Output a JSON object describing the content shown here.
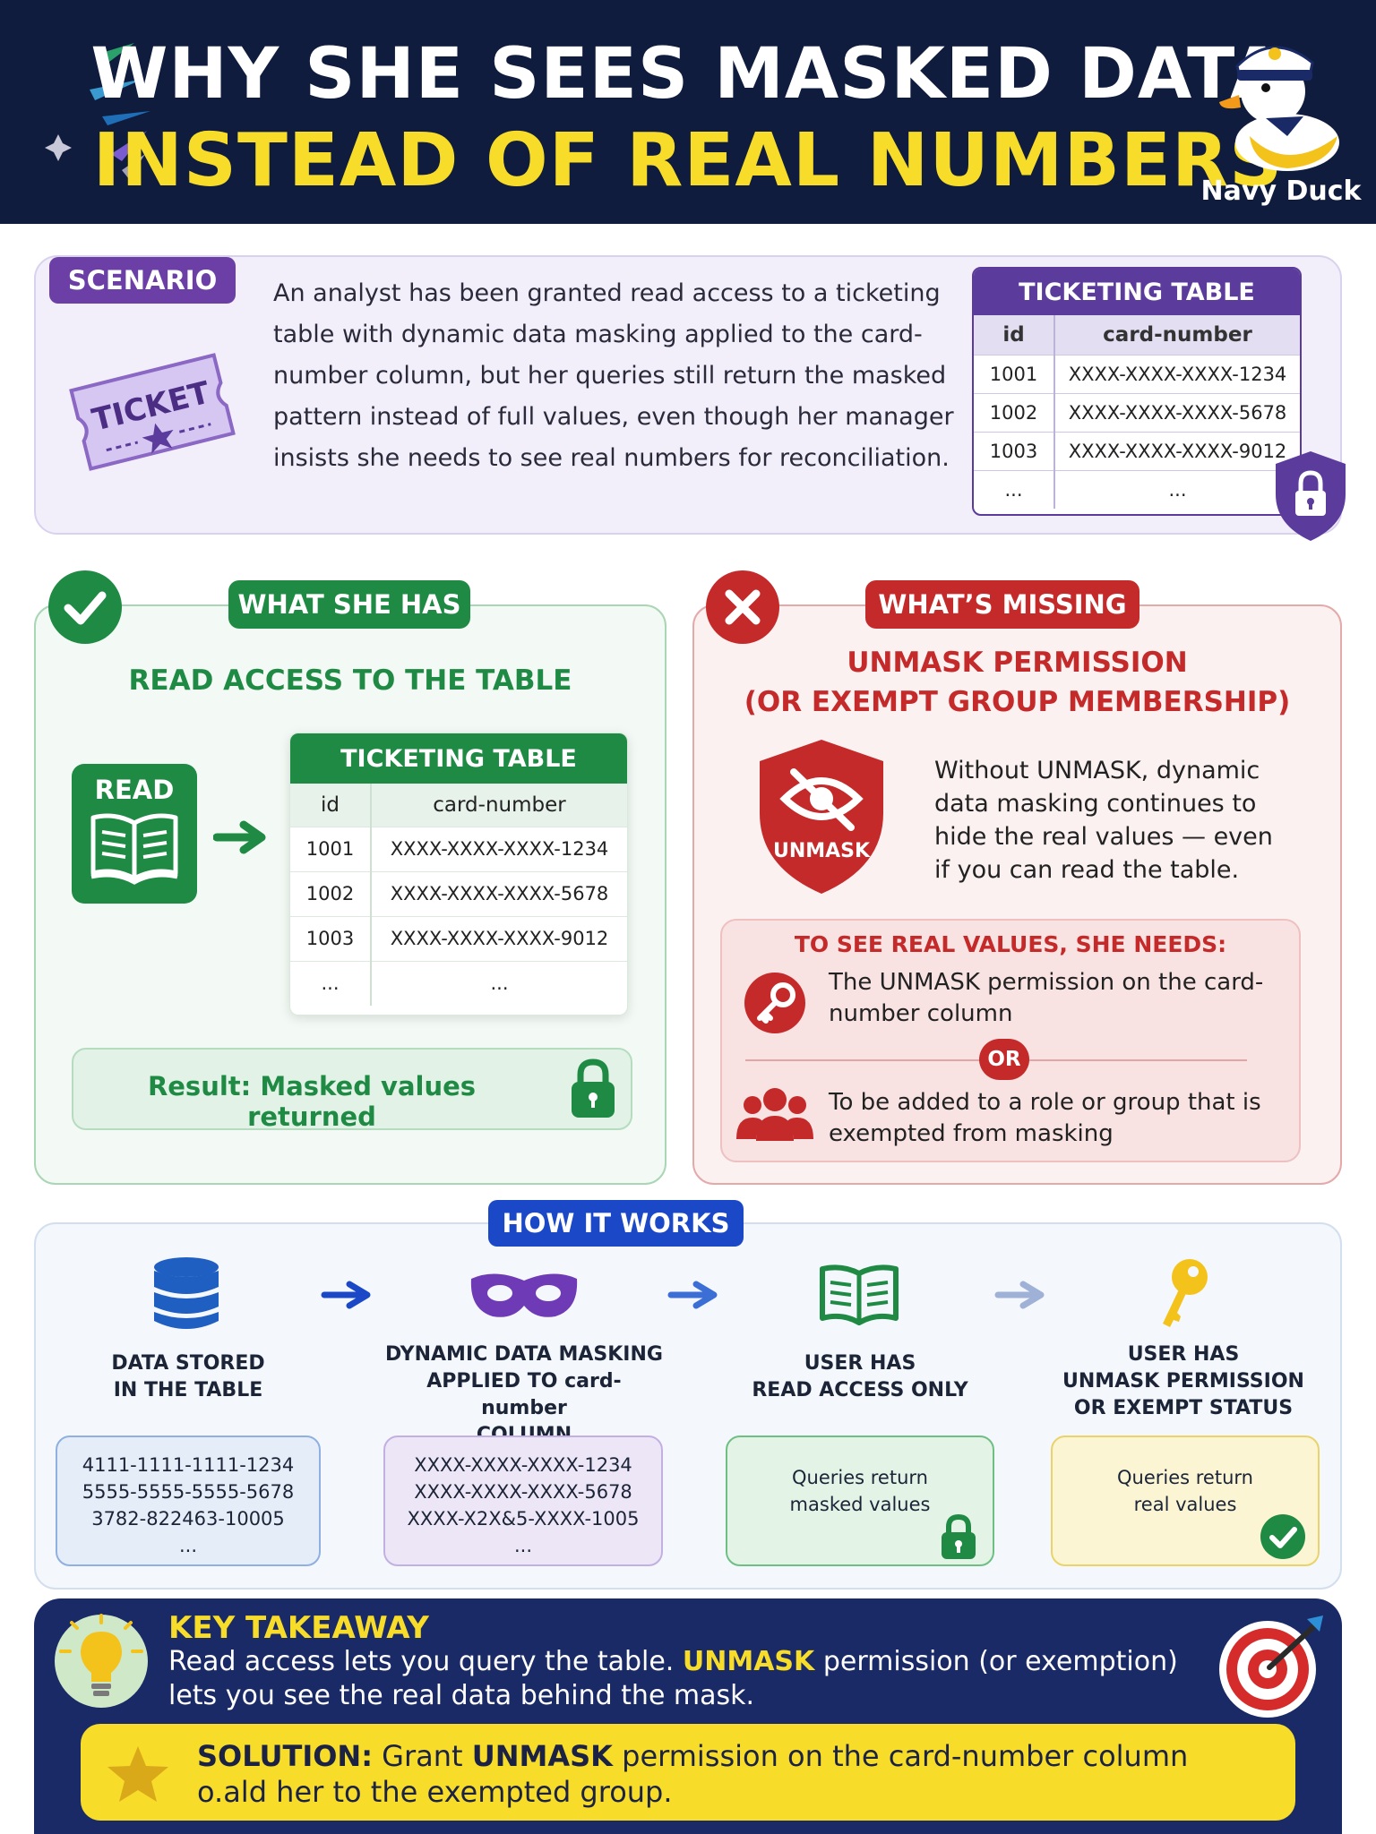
{
  "header": {
    "title_line1": "WHY SHE SEES MASKED DATA",
    "title_line2": "INSTEAD OF REAL NUMBERS",
    "brand": "Navy Duck"
  },
  "scenario": {
    "tag": "SCENARIO",
    "ticket_label": "TICKET",
    "text": "An analyst has been granted read access to a ticketing table with dynamic data masking applied to the card-number column, but her queries still return the masked pattern instead of full values, even though her manager insists she needs to see real numbers for reconciliation.",
    "table": {
      "caption": "TICKETING TABLE",
      "columns": [
        "id",
        "card-number"
      ],
      "rows": [
        [
          "1001",
          "XXXX-XXXX-XXXX-1234"
        ],
        [
          "1002",
          "XXXX-XXXX-XXXX-5678"
        ],
        [
          "1003",
          "XXXX-XXXX-XXXX-9012"
        ],
        [
          "...",
          "..."
        ]
      ]
    }
  },
  "has": {
    "tag": "WHAT SHE HAS",
    "subtitle": "READ ACCESS TO THE TABLE",
    "read_label": "READ",
    "table": {
      "caption": "TICKETING TABLE",
      "columns": [
        "id",
        "card-number"
      ],
      "rows": [
        [
          "1001",
          "XXXX-XXXX-XXXX-1234"
        ],
        [
          "1002",
          "XXXX-XXXX-XXXX-5678"
        ],
        [
          "1003",
          "XXXX-XXXX-XXXX-9012"
        ],
        [
          "...",
          "..."
        ]
      ]
    },
    "result": "Result: Masked values returned"
  },
  "missing": {
    "tag": "WHAT’S MISSING",
    "subtitle_line1": "UNMASK PERMISSION",
    "subtitle_line2": "(OR EXEMPT GROUP MEMBERSHIP)",
    "shield_label": "UNMASK",
    "text": "Without UNMASK, dynamic data masking continues to hide the real values — even if you can read the table.",
    "needs_title": "TO SEE REAL VALUES, SHE NEEDS:",
    "need1": "The UNMASK permission on the card-number column",
    "or": "OR",
    "need2": "To be added to a role or group that is exempted from masking"
  },
  "how": {
    "tag": "HOW IT WORKS",
    "steps": [
      {
        "label": "DATA STORED\nIN THE TABLE",
        "lines": "4111-1111-1111-1234\n5555-5555-5555-5678\n3782-822463-10005\n..."
      },
      {
        "label": "DYNAMIC DATA MASKING\nAPPLIED TO card-number\nCOLUMN",
        "lines": "XXXX-XXXX-XXXX-1234\nXXXX-XXXX-XXXX-5678\nXXXX-X2X&5-XXXX-1005\n..."
      },
      {
        "label": "USER HAS\nREAD ACCESS ONLY",
        "lines": "Queries return\nmasked values"
      },
      {
        "label": "USER HAS\nUNMASK PERMISSION\nOR EXEMPT STATUS",
        "lines": "Queries return\nreal values"
      }
    ]
  },
  "takeaway": {
    "title": "KEY TAKEAWAY",
    "text_a": "Read access lets you query the table. ",
    "text_b": "UNMASK",
    "text_c": " permission (or exemption) lets you see the real data behind the mask.",
    "solution_a": "SOLUTION:",
    "solution_b": " Grant ",
    "solution_c": "UNMASK",
    "solution_d": " permission on the card-number column",
    "solution_e": "o.ald her to the exempted group."
  },
  "colors": {
    "navy": "#0f1c3d",
    "yellow": "#f7dd2a",
    "purple": "#5b3b9b",
    "green": "#1f8a44",
    "red": "#c42a2a",
    "blue": "#1a48c7"
  }
}
